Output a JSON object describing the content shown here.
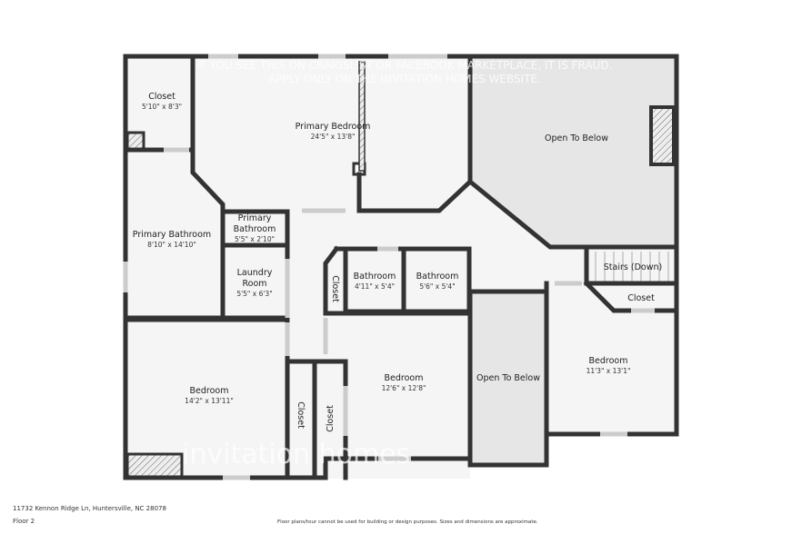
{
  "watermark": {
    "line1": "IF YOU SEE THIS ON CRAIGSLIST OR FACEBOOK MARKETPLACE, IT IS FRAUD.",
    "line2": "APPLY ONLY ON THE INVITATION HOMES WEBSITE.",
    "logo": "invitation homes"
  },
  "rooms": [
    {
      "name": "Closet",
      "dim": "5'10\" x 8'3\""
    },
    {
      "name": "Primary Bedroom",
      "dim": "24'5\" x 13'8\""
    },
    {
      "name": "Open To Below"
    },
    {
      "name": "Primary Bathroom",
      "dim": "8'10\" x 14'10\""
    },
    {
      "name1": "Primary",
      "name2": "Bathroom",
      "dim": "5'5\" x 2'10\""
    },
    {
      "name1": "Laundry",
      "name2": "Room",
      "dim": "5'5\" x 6'3\""
    },
    {
      "name": "Closet"
    },
    {
      "name": "Bathroom",
      "dim": "4'11\" x 5'4\""
    },
    {
      "name": "Bathroom",
      "dim": "5'6\" x 5'4\""
    },
    {
      "name": "Stairs (Down)"
    },
    {
      "name": "Closet"
    },
    {
      "name": "Bedroom",
      "dim": "11'3\" x 13'1\""
    },
    {
      "name": "Open To Below"
    },
    {
      "name": "Bedroom",
      "dim": "12'6\" x 12'8\""
    },
    {
      "name": "Closet"
    },
    {
      "name": "Closet"
    },
    {
      "name": "Bedroom",
      "dim": "14'2\" x 13'11\""
    }
  ],
  "footer": {
    "address": "11732 Kennon Ridge Ln, Huntersville, NC 28078",
    "floor": "Floor 2",
    "disclaimer": "Floor plans/tour cannot be used for building or design purposes. Sizes and dimensions are approximate."
  }
}
